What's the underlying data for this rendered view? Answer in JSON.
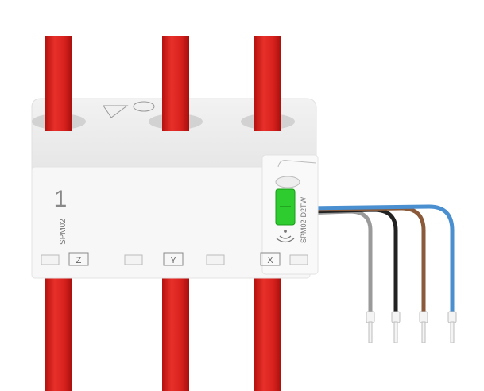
{
  "product": {
    "model_label": "SPM02",
    "channel_number": "1",
    "side_model_label": "SPM02-D2TW",
    "phase_labels": [
      "Z",
      "Y",
      "X"
    ],
    "wifi_icon": "wifi-signal-icon",
    "led_color": "#2ecc2e",
    "cable_color": "#d8211d",
    "wire_colors": [
      "#9a9a9a",
      "#222222",
      "#8a5a3a",
      "#4a8fd0"
    ]
  }
}
